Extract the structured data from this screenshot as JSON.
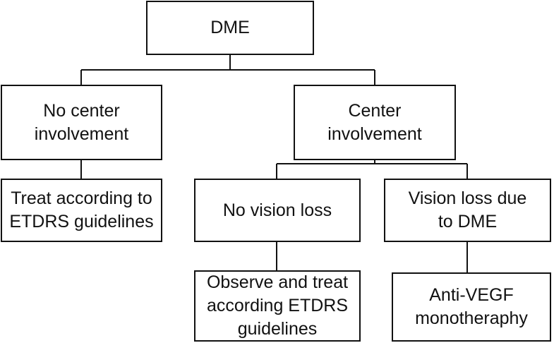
{
  "nodes": {
    "dme": "DME",
    "no_center": "No center\ninvolvement",
    "center": "Center\ninvolvement",
    "treat_etdrs": "Treat according to\nETDRS guidelines",
    "no_vision_loss": "No vision loss",
    "vision_loss": "Vision loss due\nto DME",
    "observe": "Observe and treat\naccording ETDRS\nguidelines",
    "anti_vegf": "Anti-VEGF\nmonotheraphy"
  },
  "colors": {
    "stroke": "#111111",
    "background": "#ffffff"
  }
}
